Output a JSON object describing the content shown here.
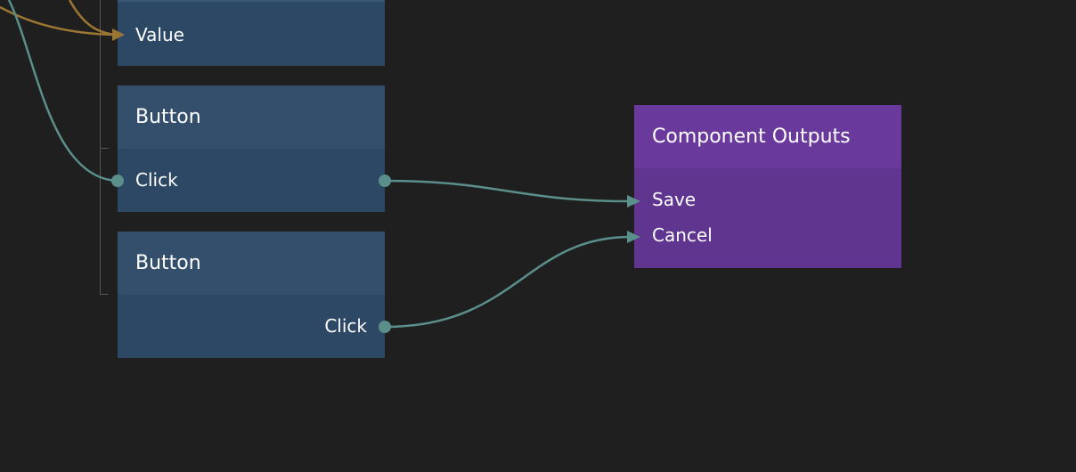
{
  "nodes": {
    "top_partial": {
      "port_value": "Value"
    },
    "button_1": {
      "title": "Button",
      "port_click": "Click"
    },
    "button_2": {
      "title": "Button",
      "port_click": "Click"
    },
    "component_outputs": {
      "title": "Component Outputs",
      "port_save": "Save",
      "port_cancel": "Cancel"
    }
  },
  "colors": {
    "canvas": "#1f1f1f",
    "node_blue_header": "#344f6c",
    "node_blue_body": "#2d4865",
    "node_purple_header": "#693a9c",
    "node_purple_body": "#5f358f",
    "wire_signal": "#5b8f8c",
    "wire_value": "#9c7733"
  }
}
